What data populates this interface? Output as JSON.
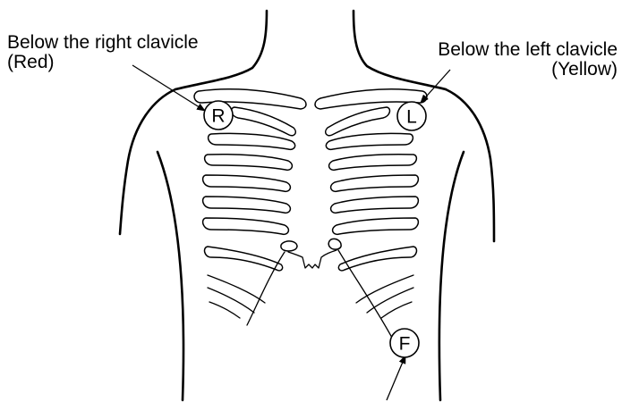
{
  "labels": {
    "right_clavicle": [
      "Below the right clavicle",
      "(Red)"
    ],
    "left_clavicle": [
      "Below the left clavicle",
      "(Yellow)"
    ]
  },
  "electrodes": {
    "right": "R",
    "left": "L",
    "foot": "F"
  },
  "colors": {
    "line": "#000000",
    "background": "#ffffff",
    "right_electrode": "Red",
    "left_electrode": "Yellow"
  }
}
